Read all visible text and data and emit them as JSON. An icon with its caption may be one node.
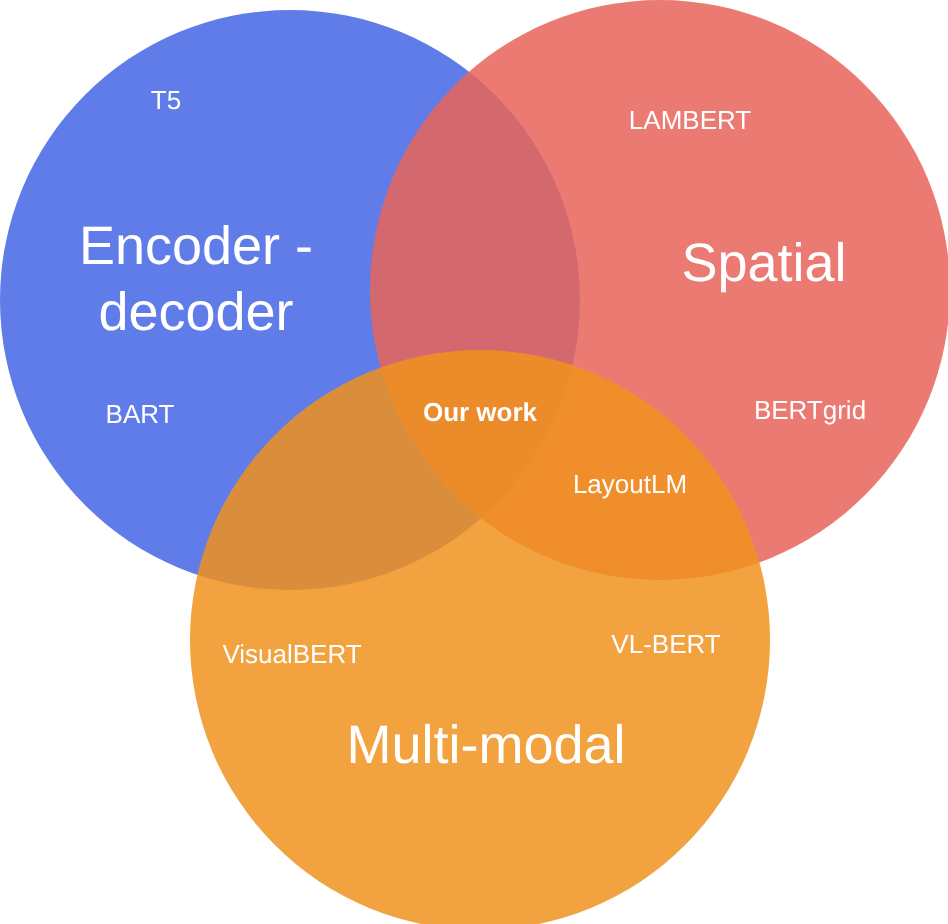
{
  "diagram": {
    "nodes": [
      {
        "text": [
          "T5",
          "Encoder -decoder",
          "BART"
        ]
      },
      {
        "text": [
          "LAMBERT",
          "Spatial",
          "BERTgrid"
        ]
      },
      {
        "text": [
          "VisualBERT",
          "VL-BERT",
          "Multi-modal"
        ]
      }
    ],
    "edges": [],
    "labels": [
      "Our work",
      "LayoutLM"
    ]
  }
}
